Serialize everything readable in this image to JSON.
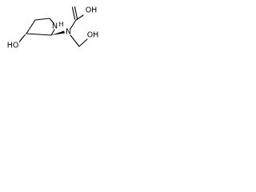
{
  "molecule": {
    "atoms": {
      "ho_left": "HO",
      "ring_n": "N",
      "h_on_n": "H",
      "n_carbamate": "N",
      "oh_top": "OH",
      "oh_right": "OH"
    }
  }
}
